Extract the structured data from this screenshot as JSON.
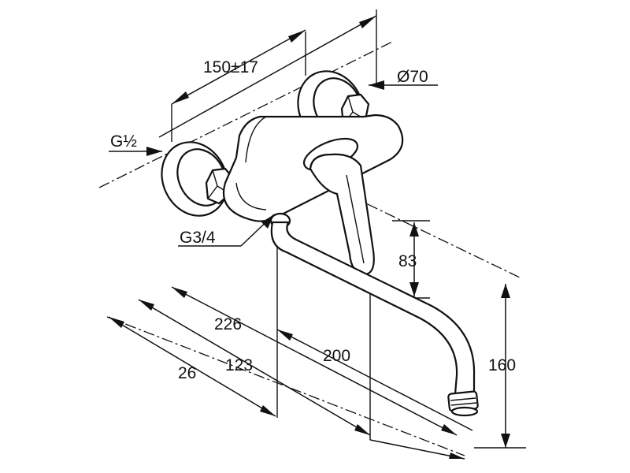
{
  "drawing": {
    "labels": {
      "eccentric_distance": "150±17",
      "rosette_diameter": "Ø70",
      "inlet_thread": "G½",
      "outlet_thread": "G3/4",
      "lever_height": "83",
      "spout_height": "160",
      "spout_reach_total": "226",
      "spout_reach": "200",
      "depth_body": "123",
      "depth_wall": "26"
    }
  }
}
